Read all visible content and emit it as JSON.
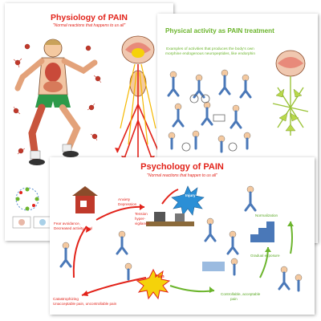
{
  "poster_physiology": {
    "title": "Physiology of PAIN",
    "subtitle": "\"Normal reactions that happens to us all\""
  },
  "poster_activity": {
    "title": "Physical activity as PAIN treatment",
    "subtitle": "Examples of activities that produces the body's own morphine endogenous neuropeptides, like endorphin"
  },
  "poster_psychology": {
    "title": "Psychology of PAIN",
    "subtitle": "\"Normal reactions that happen to us all\"",
    "labels": {
      "anxiety": "Anxiety",
      "depression": "Depression",
      "fear": "Fear avoidance,",
      "decreased": "Decreased activity level",
      "tension1": "Tension",
      "tension2": "hyper-",
      "tension3": "vigilance",
      "injury": "Injury",
      "normalization": "Normalization",
      "gradual": "Gradual exposure",
      "pain": "Pain",
      "catastrophizing": "Catastrophizing",
      "unacceptable": "Unacceptable pain, uncontrollable pain",
      "controllable1": "Controllable, acceptable",
      "controllable2": "pain"
    }
  },
  "colors": {
    "red": "#e2231a",
    "green": "#6cb52d",
    "yellow": "#f5d20a",
    "brown": "#8b4b2a"
  }
}
